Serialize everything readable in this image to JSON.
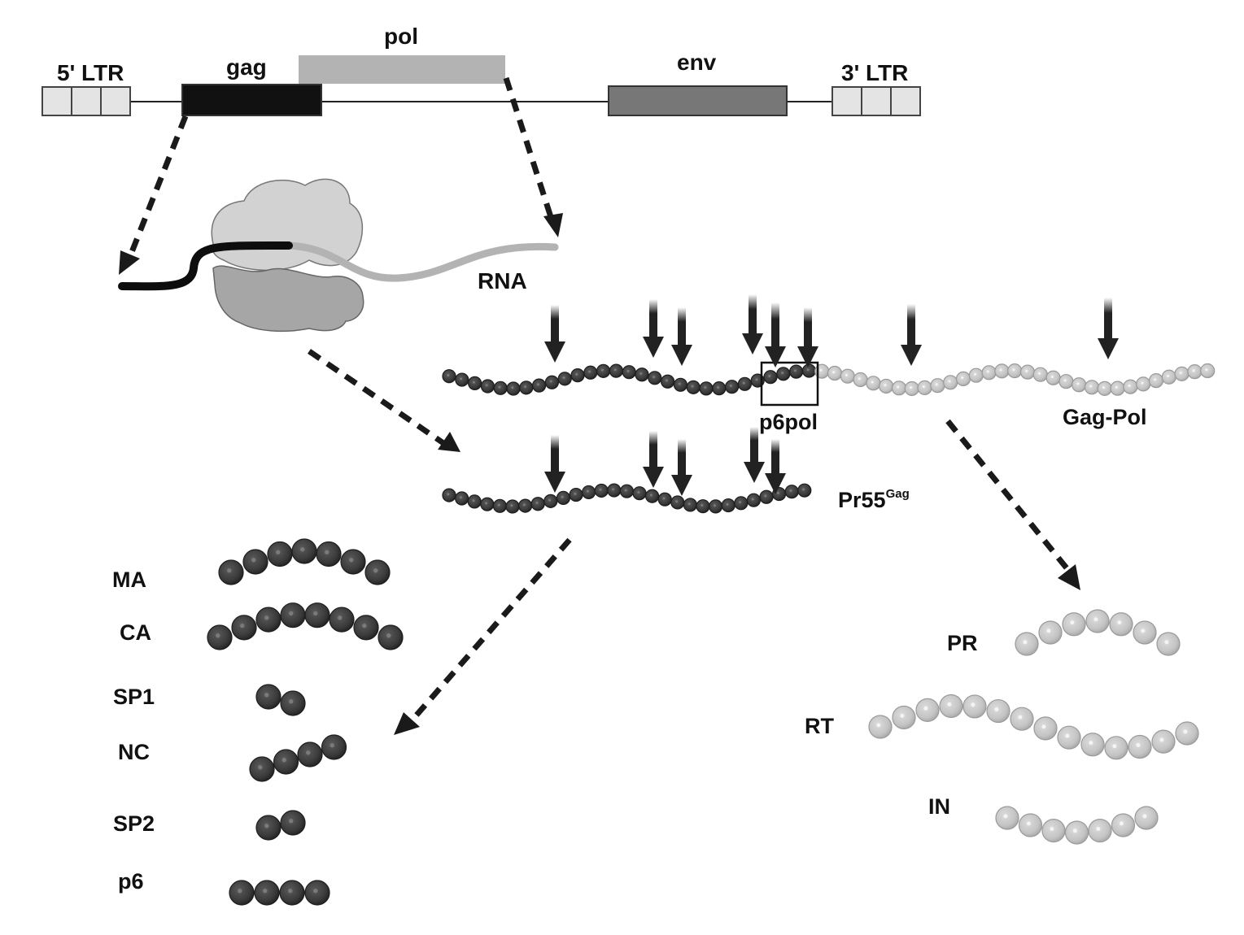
{
  "genome": {
    "ltr5_label": "5' LTR",
    "gag_label": "gag",
    "pol_label": "pol",
    "env_label": "env",
    "ltr3_label": "3' LTR"
  },
  "translation": {
    "rna_label": "RNA"
  },
  "polyproteins": {
    "gagpol_label": "Gag-Pol",
    "p6pol_label": "p6pol",
    "pr55_label": "Pr55",
    "pr55_superscript": "Gag",
    "gagpol_cleavage_sites": 8,
    "pr55_cleavage_sites": 5
  },
  "gag_products": [
    {
      "label": "MA",
      "beads": 7
    },
    {
      "label": "CA",
      "beads": 8
    },
    {
      "label": "SP1",
      "beads": 2
    },
    {
      "label": "NC",
      "beads": 4
    },
    {
      "label": "SP2",
      "beads": 2
    },
    {
      "label": "p6",
      "beads": 4
    }
  ],
  "pol_products": [
    {
      "label": "PR",
      "beads": 7
    },
    {
      "label": "RT",
      "beads": 14
    },
    {
      "label": "IN",
      "beads": 7
    }
  ],
  "colors": {
    "gag": "#111111",
    "pol": "#b3b3b3",
    "env": "#777777",
    "ltr": "#e4e4e4",
    "gag_bead": "#3a3a3a",
    "pol_bead": "#c8c8c8",
    "ribosome_large": "#d2d2d2",
    "ribosome_small": "#a6a6a6"
  }
}
